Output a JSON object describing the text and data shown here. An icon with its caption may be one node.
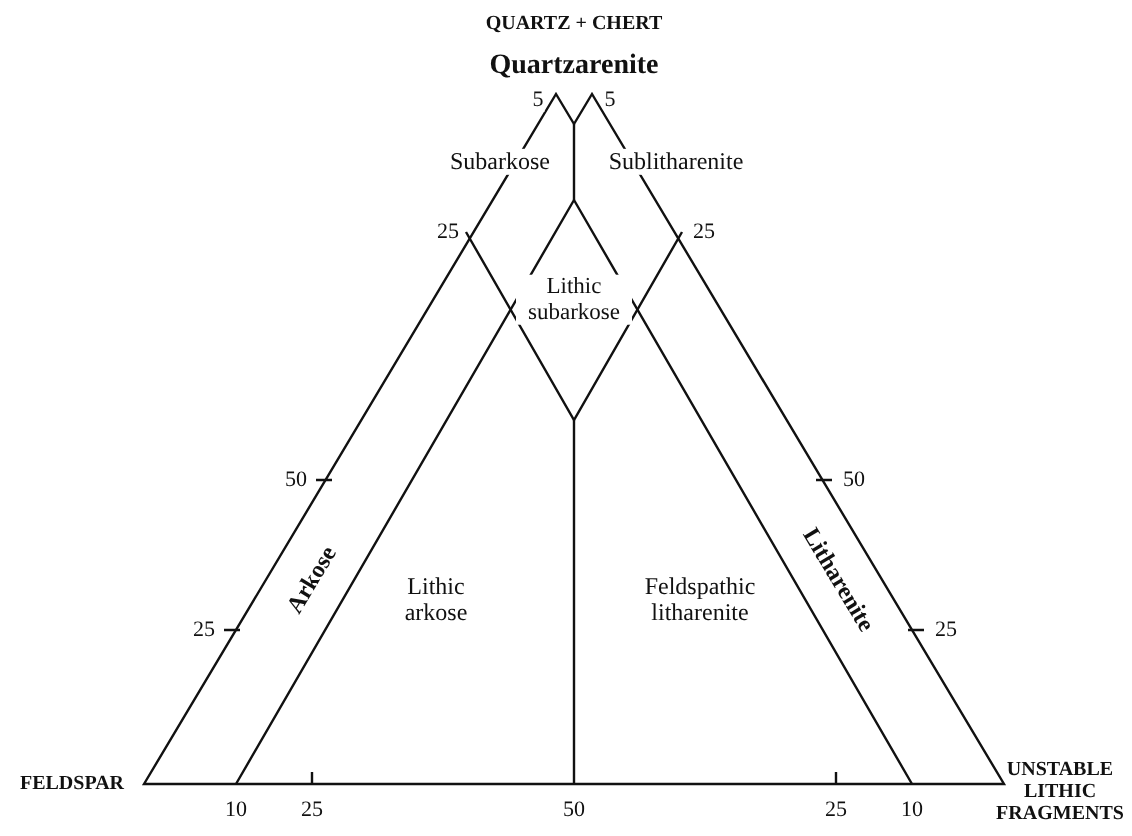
{
  "diagram": {
    "labels": [
      "QUARTZ + CHERT",
      "Quartzarenite",
      "5",
      "5",
      "Subarkose",
      "Sublitharenite",
      "25",
      "25",
      "Lithic subarkose",
      "50",
      "50",
      "Arkose",
      "Litharenite",
      "25",
      "Lithic arkose",
      "Feldspathic litharenite",
      "25",
      "FELDSPAR",
      "UNSTABLE LITHIC FRAGMENTS",
      "10",
      "25",
      "50",
      "25",
      "10"
    ]
  }
}
